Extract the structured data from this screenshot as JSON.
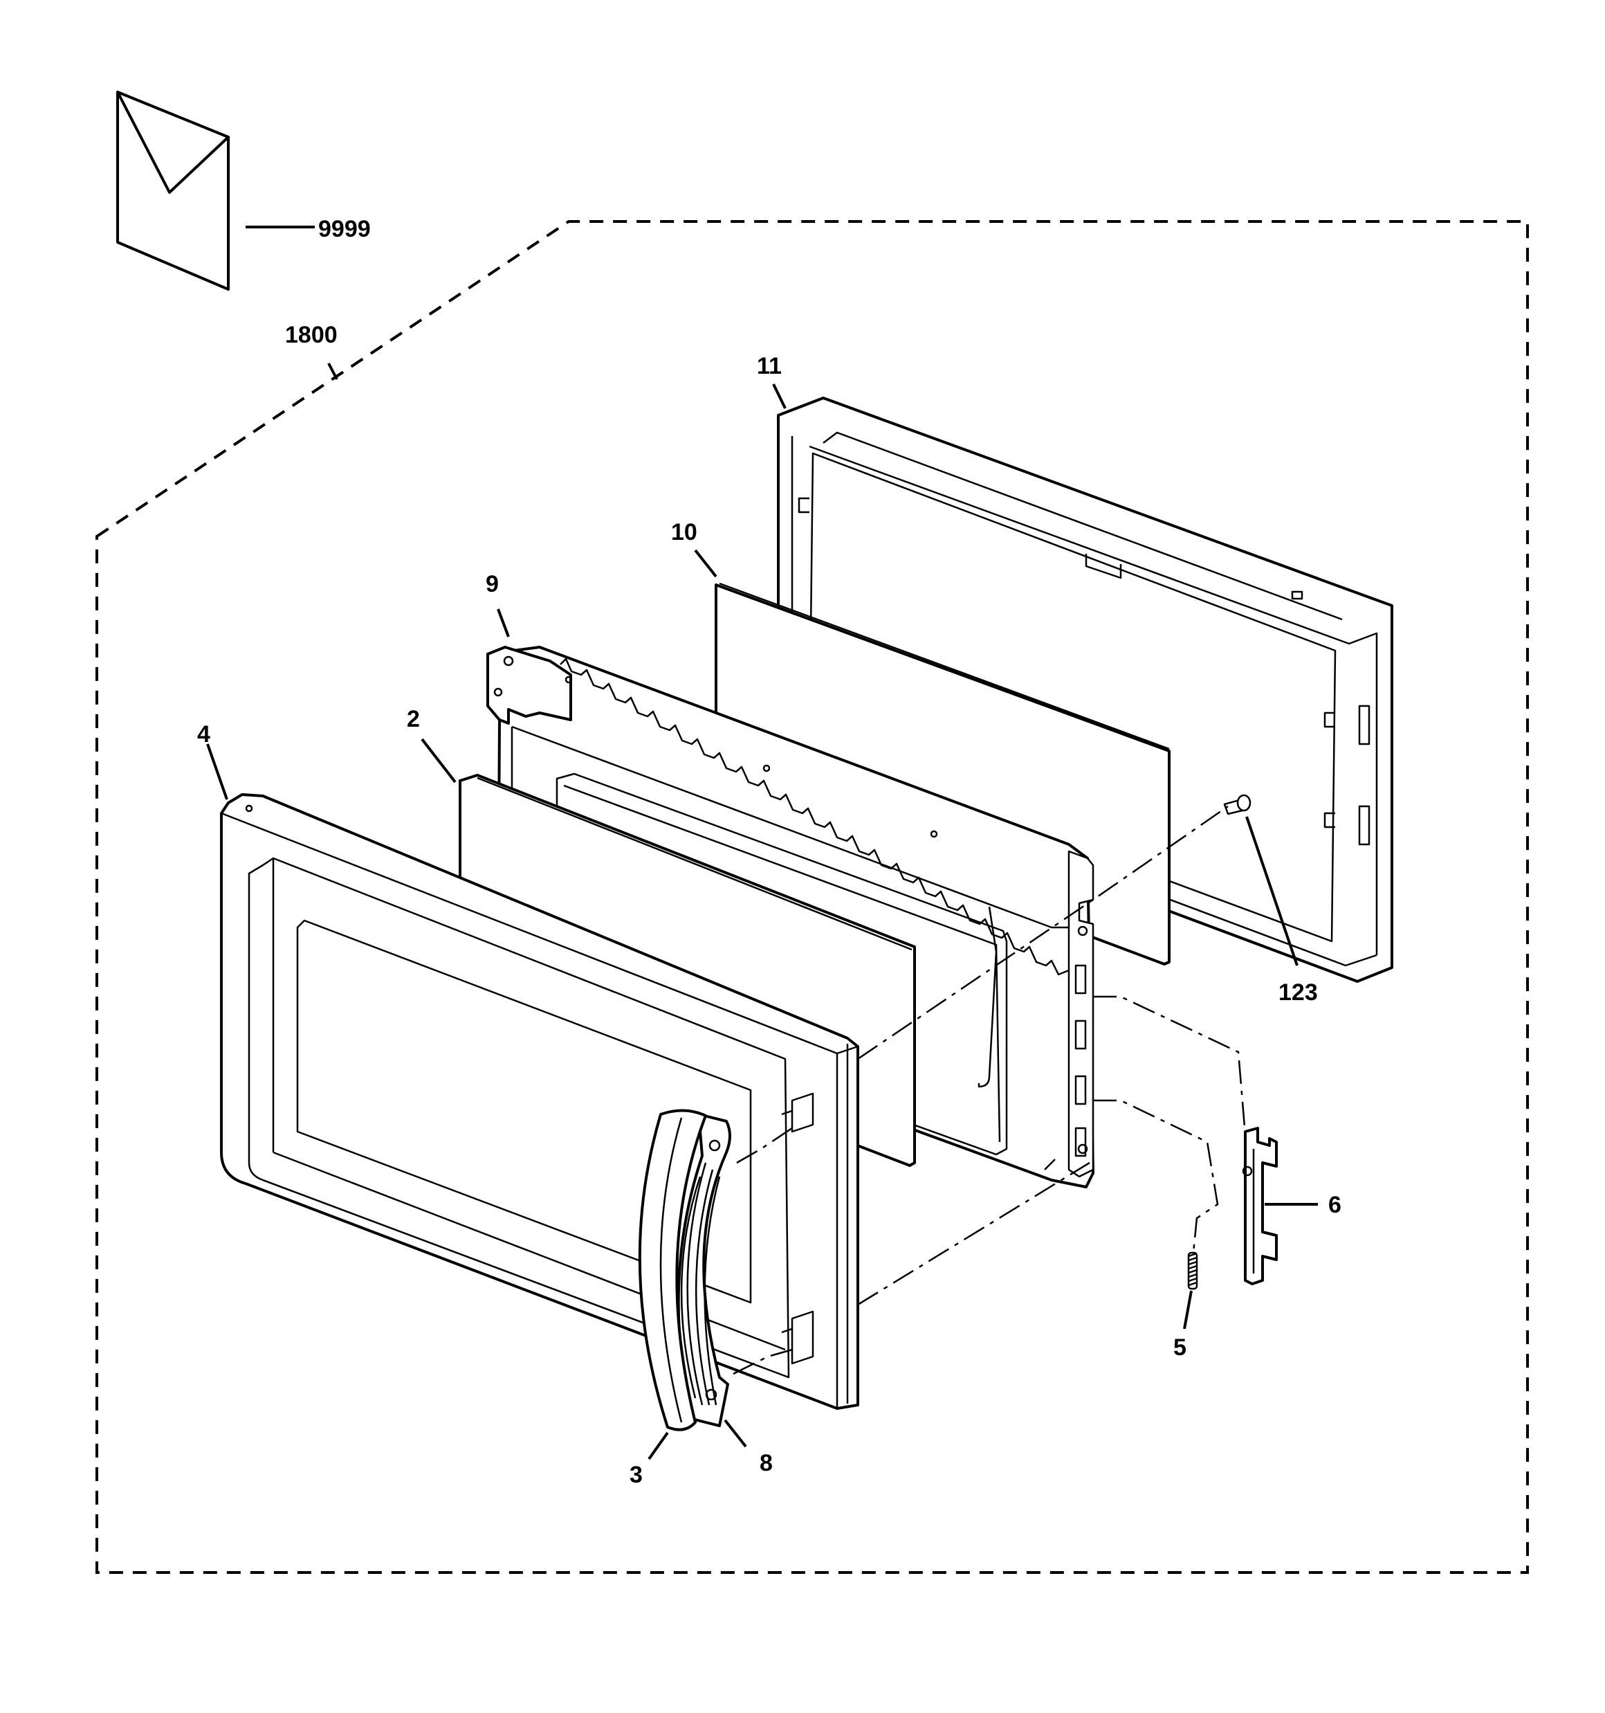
{
  "diagram": {
    "callouts": {
      "c9999": "9999",
      "c1800": "1800",
      "c11": "11",
      "c10": "10",
      "c9": "9",
      "c2": "2",
      "c4": "4",
      "c123": "123",
      "c6": "6",
      "c5": "5",
      "c3": "3",
      "c8": "8"
    }
  }
}
